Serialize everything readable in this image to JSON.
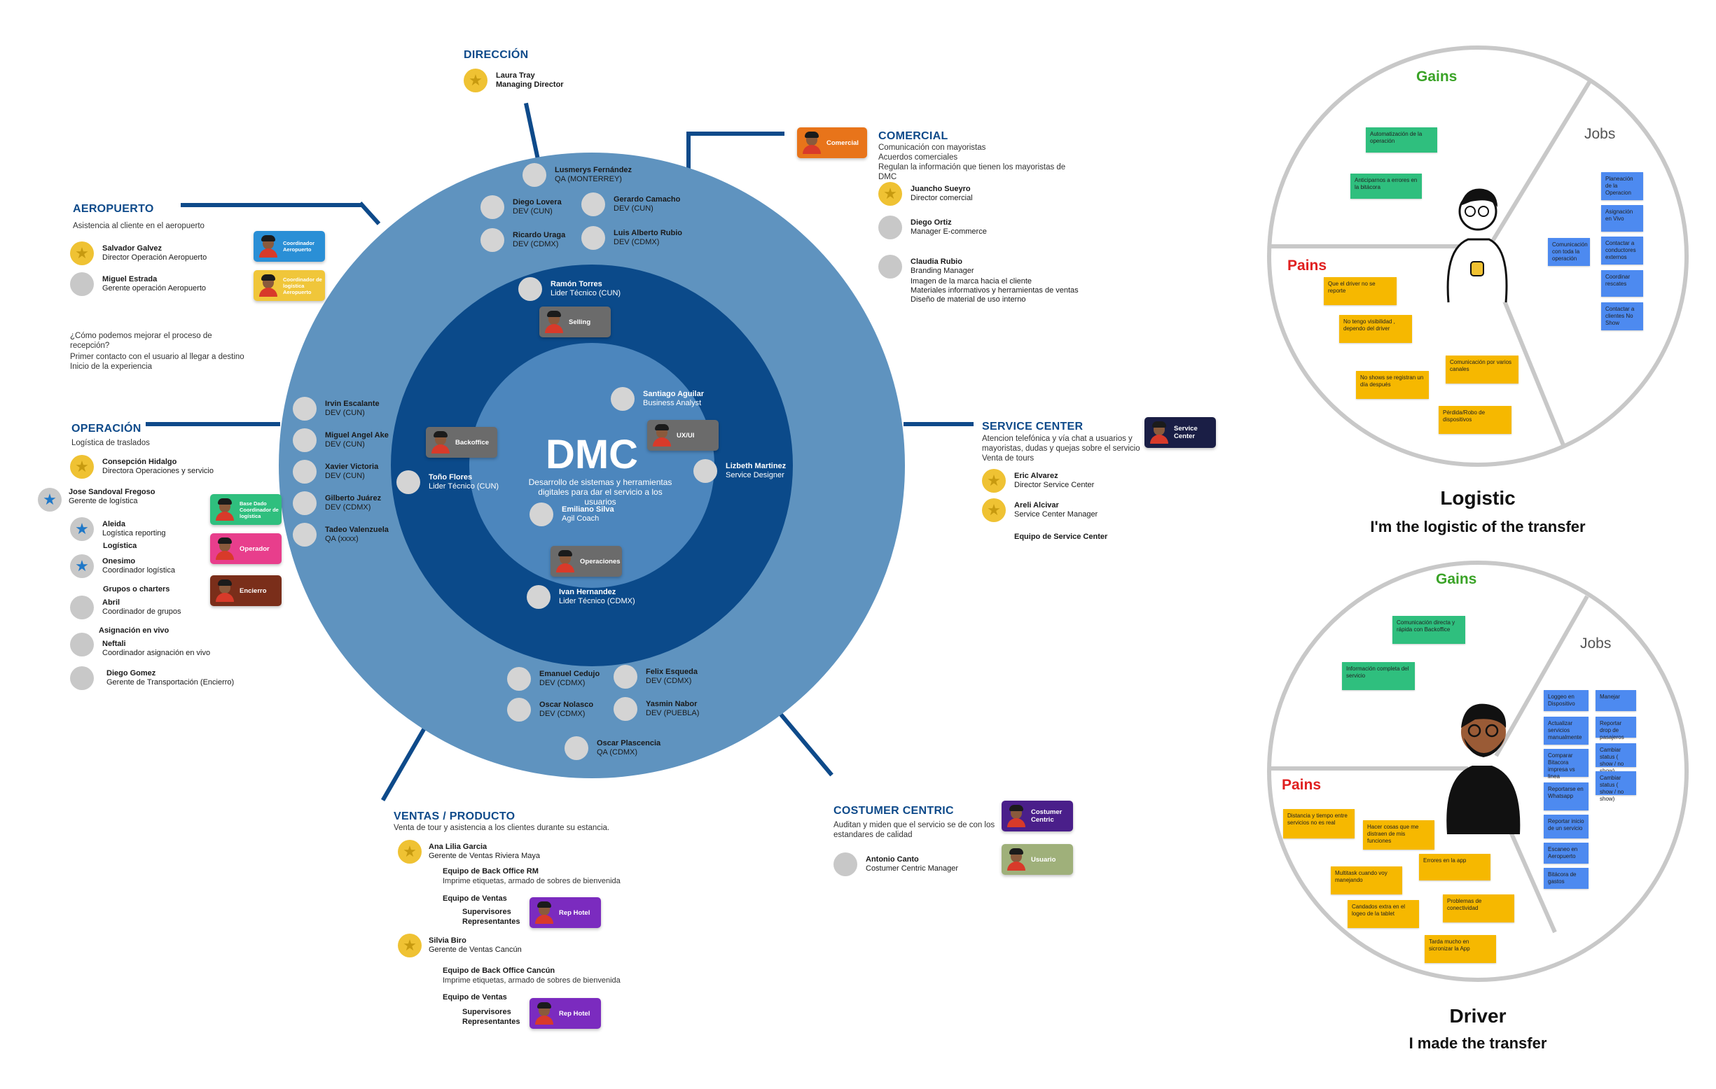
{
  "center": {
    "title": "DMC",
    "subtitle": "Desarrollo de sistemas y herramientas digitales para dar el servicio a los usuarios"
  },
  "direccion": {
    "title": "DIRECCIÓN",
    "person": {
      "name": "Laura Tray",
      "role": "Managing Director"
    }
  },
  "comercial": {
    "title": "COMERCIAL",
    "card": "Comercial",
    "desc": [
      "Comunicación con mayoristas",
      "Acuerdos comerciales",
      "Regulan la información que tienen los mayoristas de",
      "DMC"
    ],
    "people": [
      {
        "name": "Juancho Sueyro",
        "role": "Director comercial"
      },
      {
        "name": "Diego Ortiz",
        "role": "Manager E-commerce"
      },
      {
        "name": "Claudia Rubio",
        "role": "Branding Manager"
      }
    ],
    "claudia_desc": [
      "Imagen de la marca hacia el cliente",
      "Materiales informativos y herramientas de ventas",
      "Diseño de material de uso interno"
    ]
  },
  "aeropuerto": {
    "title": "AEROPUERTO",
    "desc": "Asistencia al cliente en el aeropuerto",
    "people": [
      {
        "name": "Salvador Galvez",
        "role": "Director Operación Aeropuerto"
      },
      {
        "name": "Miguel Estrada",
        "role": "Gerente operación Aeropuerto"
      }
    ],
    "cards": [
      "Coordinador Aeropuerto",
      "Coordinador de logística Aeropuerto"
    ],
    "notes": [
      "¿Cómo podemos mejorar el proceso de",
      "recepción?",
      "Primer contacto con el usuario al llegar a destino",
      "Inicio de la experiencia"
    ]
  },
  "operacion": {
    "title": "OPERACIÓN",
    "desc": "Logística de traslados",
    "people": [
      {
        "name": "Consepción Hidalgo",
        "role": "Directora Operaciones y servicio"
      },
      {
        "name": "Jose Sandoval Fregoso",
        "role": "Gerente de logística"
      },
      {
        "name": "Aleida",
        "role": "Logística reporting"
      },
      {
        "name": "Onesimo",
        "role": "Coordinador logística"
      },
      {
        "name": "Abril",
        "role": "Coordinador de grupos"
      },
      {
        "name": "Neftali",
        "role": "Coordinador asignación en vivo"
      },
      {
        "name": "Diego Gomez",
        "role": "Gerente de Transportación (Encierro)"
      }
    ],
    "labels": [
      "Logística",
      "Grupos o charters",
      "Asignación en vivo"
    ],
    "cards": [
      "Base Dado Coordinador de logística",
      "Operador",
      "Encierro"
    ]
  },
  "service_center": {
    "title": "SERVICE CENTER",
    "card": "Service Center",
    "desc": [
      "Atencion telefónica y vía chat a usuarios y",
      "mayoristas, dudas y quejas sobre el servicio",
      "Venta de tours"
    ],
    "people": [
      {
        "name": "Eric Alvarez",
        "role": "Director Service Center"
      },
      {
        "name": "Areli Alcivar",
        "role": "Service Center Manager"
      }
    ],
    "team": "Equipo de Service Center"
  },
  "ventas": {
    "title": "VENTAS / PRODUCTO",
    "desc": "Venta de tour y asistencia a los clientes durante su estancia.",
    "people": [
      {
        "name": "Ana Lilia Garcia",
        "role": "Gerente de Ventas Riviera Maya"
      },
      {
        "name": "Silvia Biro",
        "role": "Gerente de Ventas Cancún"
      }
    ],
    "bo1_title": "Equipo de Back Office RM",
    "bo2_title": "Equipo de Back Office Cancún",
    "bo_desc": "Imprime etiquetas, armado de sobres de bienvenida",
    "ventas_team": "Equipo de Ventas",
    "supervisores": "Supervisores",
    "representantes": "Representantes",
    "card": "Rep Hotel"
  },
  "costumer": {
    "title": "COSTUMER CENTRIC",
    "desc": [
      "Auditan y miden que el servicio se de con los",
      "estandares de calidad"
    ],
    "person": {
      "name": "Antonio Canto",
      "role": "Costumer Centric Manager"
    },
    "cards": [
      "Costumer Centric",
      "Usuario"
    ]
  },
  "outer_people": [
    {
      "name": "Lusmerys Fernández",
      "role": "QA (MONTERREY)"
    },
    {
      "name": "Diego Lovera",
      "role": "DEV (CUN)"
    },
    {
      "name": "Gerardo Camacho",
      "role": "DEV (CUN)"
    },
    {
      "name": "Ricardo Uraga",
      "role": "DEV (CDMX)"
    },
    {
      "name": "Luis Alberto Rubio",
      "role": "DEV (CDMX)"
    },
    {
      "name": "Irvin Escalante",
      "role": "DEV (CUN)"
    },
    {
      "name": "Miguel Angel Ake",
      "role": "DEV (CUN)"
    },
    {
      "name": "Xavier Victoria",
      "role": "DEV (CUN)"
    },
    {
      "name": "Gilberto Juárez",
      "role": "DEV (CDMX)"
    },
    {
      "name": "Tadeo Valenzuela",
      "role": "QA (xxxx)"
    },
    {
      "name": "Emanuel Cedujo",
      "role": "DEV (CDMX)"
    },
    {
      "name": "Felix Esqueda",
      "role": "DEV (CDMX)"
    },
    {
      "name": "Oscar Nolasco",
      "role": "DEV (CDMX)"
    },
    {
      "name": "Yasmin Nabor",
      "role": "DEV (PUEBLA)"
    },
    {
      "name": "Oscar Plascencia",
      "role": "QA (CDMX)"
    }
  ],
  "mid_people": [
    {
      "name": "Ramón Torres",
      "role": "Lider Técnico (CUN)"
    },
    {
      "name": "Toño Flores",
      "role": "Lider Técnico (CUN)"
    },
    {
      "name": "Ivan Hernandez",
      "role": "Lider Técnico (CDMX)"
    }
  ],
  "inner_people": [
    {
      "name": "Santiago Aguilar",
      "role": "Business Analyst"
    },
    {
      "name": "Lizbeth Martinez",
      "role": "Service Designer"
    },
    {
      "name": "Emiliano Silva",
      "role": "Agil Coach"
    }
  ],
  "ring_cards": [
    "Selling",
    "Backoffice",
    "UX/UI",
    "Operaciones"
  ],
  "logistic": {
    "gains": "Gains",
    "jobs": "Jobs",
    "pains": "Pains",
    "title": "Logistic",
    "subtitle": "I'm the logistic of the transfer",
    "gain_notes": [
      "Automatización de la operación",
      "Anticiparnos a errores en la bitácora"
    ],
    "job_notes": [
      "Comunicación con toda la operación",
      "Planeación de la Operacion",
      "Asignación en Vivo",
      "Contactar a conductores externos",
      "Coordinar rescates",
      "Contactar a clientes No Show"
    ],
    "pain_notes": [
      "Que el driver no se reporte",
      "No tengo visibilidad , dependo del driver",
      "No shows se registran un día después",
      "Comunicación por varios canales",
      "Pérdida/Robo de dispositivos"
    ]
  },
  "driver": {
    "gains": "Gains",
    "jobs": "Jobs",
    "pains": "Pains",
    "title": "Driver",
    "subtitle": "I made the transfer",
    "gain_notes": [
      "Comunicación directa y rápida con Backoffice",
      "Información completa del servicio"
    ],
    "job_notes": [
      "Loggeo en Dispositivo",
      "Manejar",
      "Actualizar servicios manualmente",
      "Reportar drop de pasajeros",
      "Comparar Bitacora impresa vs linea",
      "Cambiar status ( show / no show)",
      "Reportarse en Whatsapp",
      "Cambiar status ( show / no show)",
      "Reportar inicio de un servicio",
      "Escaneo en Aeropuerto",
      "Bitácora de gastos"
    ],
    "pain_notes": [
      "Distancia y tiempo entre servicios no es real",
      "Hacer cosas que me distraen de mis funciones",
      "Errores en la app",
      "Multitask cuando voy manejando",
      "Candados extra en el logeo de la tablet",
      "Problemas de conectividad",
      "Tarda mucho en sicronizar la App"
    ]
  },
  "colors": {
    "outer_ring": "#5f93bf",
    "mid_ring": "#0b4a8a",
    "inner_ring": "#4c86bd",
    "title_blue": "#0e4a8a",
    "gains": "#3aa327",
    "pains": "#e02020"
  }
}
